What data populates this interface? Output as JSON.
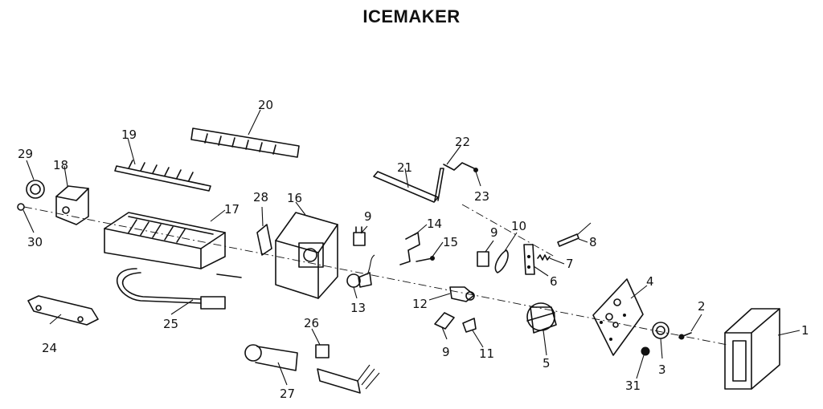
{
  "title": "ICEMAKER",
  "callouts": [
    "1",
    "2",
    "3",
    "4",
    "5",
    "6",
    "7",
    "8",
    "9",
    "10",
    "11",
    "12",
    "13",
    "14",
    "15",
    "16",
    "17",
    "18",
    "19",
    "20",
    "21",
    "22",
    "23",
    "24",
    "25",
    "26",
    "27",
    "28",
    "29",
    "30",
    "31"
  ],
  "callout_9_repeats": [
    "9",
    "9"
  ]
}
